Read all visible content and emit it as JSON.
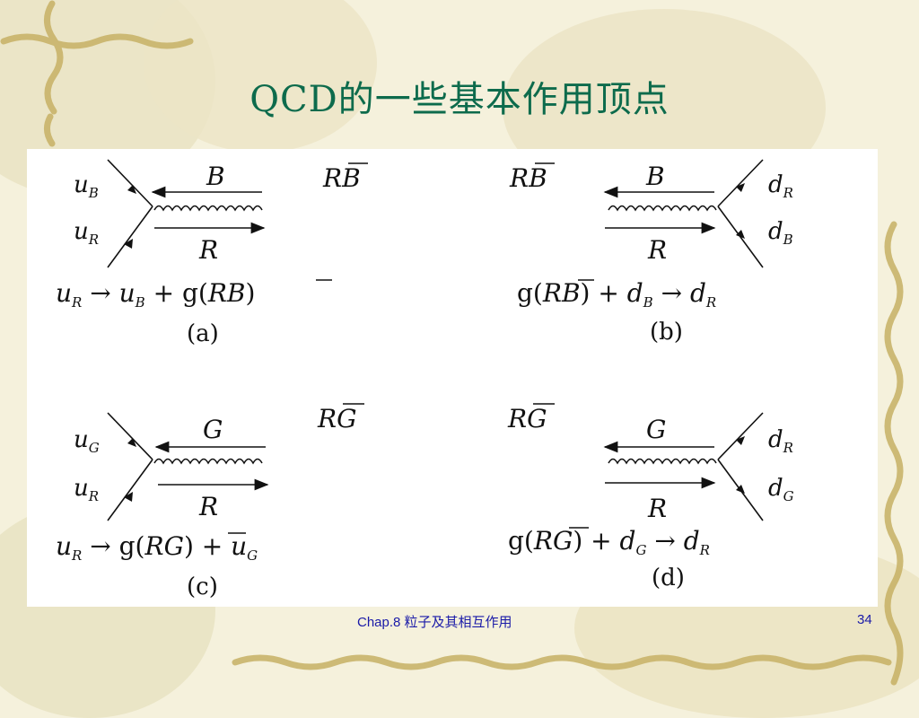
{
  "slide": {
    "title": "QCD的一些基本作用顶点",
    "footer": "Chap.8 粒子及其相互作用",
    "page_number": "34"
  },
  "diagrams": {
    "a": {
      "color_label": "RB̄",
      "quark_top": "u_B",
      "quark_bottom": "u_R",
      "arrow_top_label": "B",
      "arrow_bottom_label": "R",
      "process": "u_R → u_B + g(RB̄)",
      "caption": "(a)"
    },
    "b": {
      "color_label": "RB̄",
      "quark_top": "d_R",
      "quark_bottom": "d_B",
      "arrow_top_label": "B",
      "arrow_bottom_label": "R",
      "process": "g(RB̄) + d_B → d_R",
      "caption": "(b)"
    },
    "c": {
      "color_label": "RḠ",
      "quark_top": "u_G",
      "quark_bottom": "u_R",
      "arrow_top_label": "G",
      "arrow_bottom_label": "R",
      "process": "u_R → g(RḠ) + u_G",
      "caption": "(c)"
    },
    "d": {
      "color_label": "RḠ",
      "quark_top": "d_R",
      "quark_bottom": "d_G",
      "arrow_top_label": "G",
      "arrow_bottom_label": "R",
      "process": "g(RḠ) + d_G → d_R",
      "caption": "(d)"
    }
  },
  "colors": {
    "title": "#0d6b4c",
    "footer": "#1a1aa8",
    "background": "#f5f1dc",
    "vine": "#c9b46a"
  }
}
